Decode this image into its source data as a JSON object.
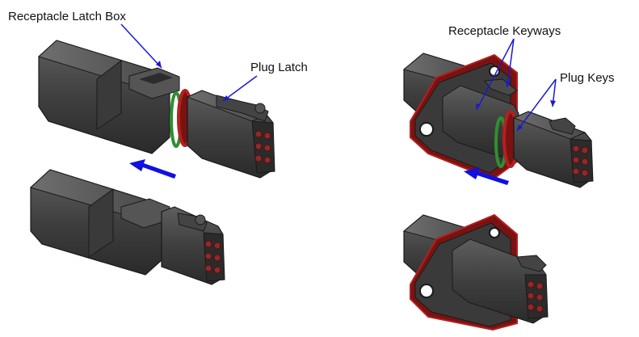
{
  "labels": {
    "receptacle_latch_box": "Receptacle Latch Box",
    "plug_latch": "Plug Latch",
    "receptacle_keyways": "Receptacle Keyways",
    "plug_keys": "Plug Keys"
  },
  "colors": {
    "body_dark": "#3c3c3c",
    "body_mid": "#4d4d4d",
    "body_light": "#6a6a6a",
    "edge": "#1a1a1a",
    "seal_red": "#b32020",
    "seal_red_dark": "#7a1212",
    "seal_green": "#2f8f2f",
    "arrow_blue": "#1010e0",
    "leader_blue": "#1a1ad0",
    "pin_red": "#8e2a2a"
  },
  "icons": {
    "direction_arrow": "arrow-left-icon"
  }
}
